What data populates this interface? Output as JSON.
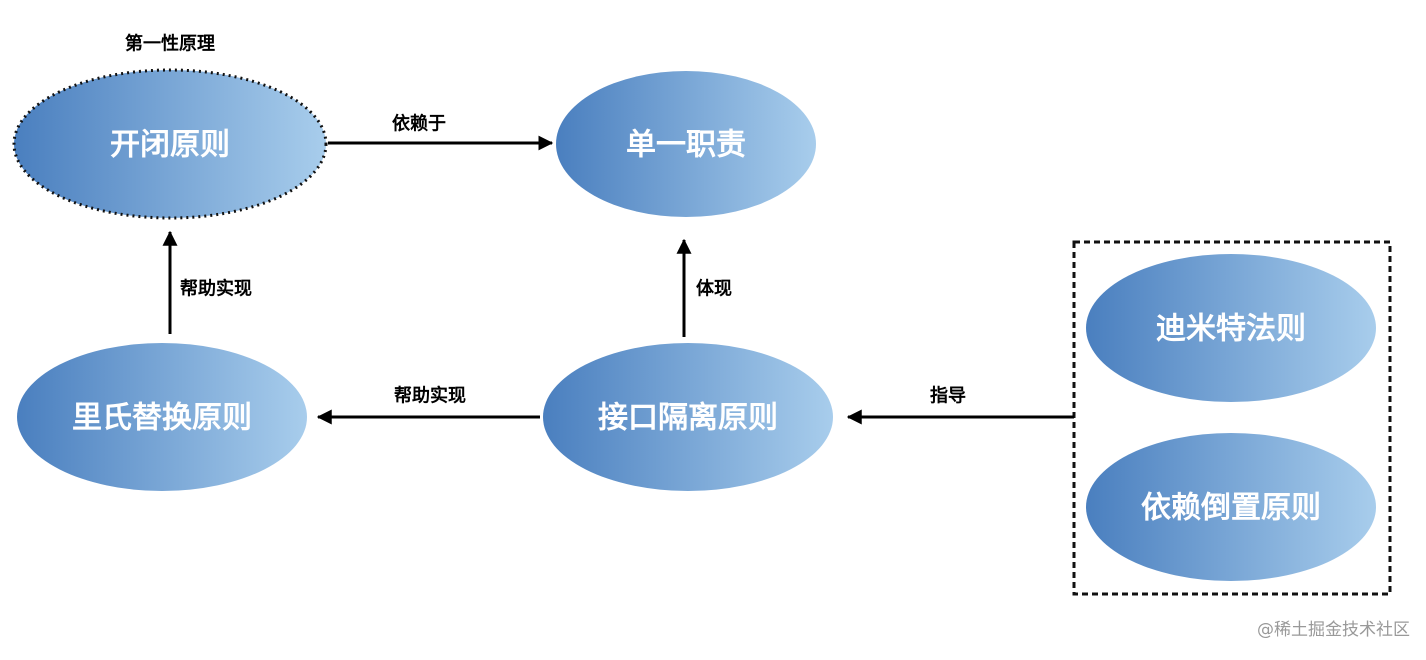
{
  "colors": {
    "node_light": "#a8cdec",
    "node_dark": "#4a7fbf",
    "text": "#ffffff",
    "line": "#000000"
  },
  "nodes": {
    "open_closed": "开闭原则",
    "single_responsibility": "单一职责",
    "liskov": "里氏替换原则",
    "interface_segregation": "接口隔离原则",
    "demeter": "迪米特法则",
    "dependency_inversion": "依赖倒置原则"
  },
  "captions": {
    "first_principle": "第一性原理"
  },
  "edges": {
    "depends_on": "依赖于",
    "helps_realize_vertical": "帮助实现",
    "embodies": "体现",
    "helps_realize_horizontal": "帮助实现",
    "guides": "指导"
  },
  "watermark": "@稀土掘金技术社区"
}
